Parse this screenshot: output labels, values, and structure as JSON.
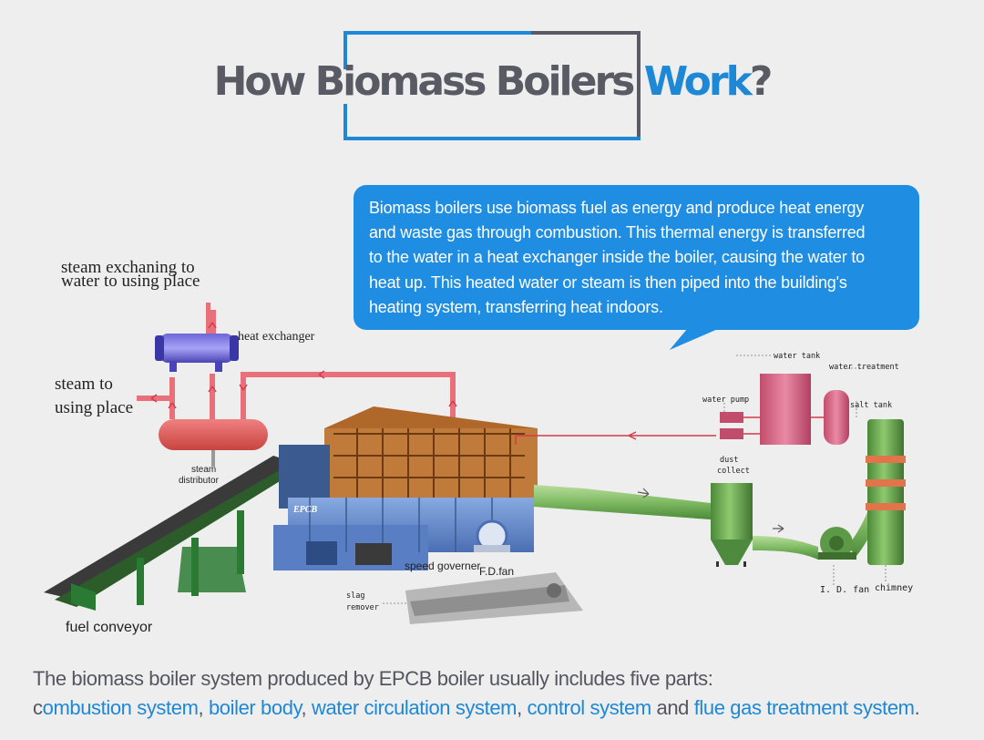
{
  "header": {
    "title_main": "How Biomass Boilers ",
    "title_accent": "Work",
    "title_end": "?"
  },
  "callout": {
    "lines": [
      "Biomass boilers use biomass fuel as energy and produce heat energy",
      "and waste gas through combustion. This thermal energy is transferred",
      "to the water in a heat exchanger inside the boiler, causing the water to",
      "heat up. This heated water or steam is then piped into the building's",
      "heating system, transferring heat indoors."
    ]
  },
  "diagram": {
    "labels": {
      "steam_exchanging_1": "steam exchaning to",
      "steam_exchanging_2": "water to using place",
      "heat_exchanger": "heat exchanger",
      "steam_to_1": "steam to",
      "steam_to_2": "using place",
      "steam_distributor_1": "steam",
      "steam_distributor_2": "distributor",
      "brand": "EPCB",
      "speed_governer": "speed governer",
      "fd_fan": "F.D.fan",
      "slag_remover_1": "slag",
      "slag_remover_2": "remover",
      "fuel_conveyor": "fuel conveyor",
      "water_tank": "water tank",
      "water_treatment": "water treatment",
      "water_pump": "water pump",
      "salt_tank": "salt tank",
      "dust_collect_1": "dust",
      "dust_collect_2": "collect",
      "id_fan": "I. D. fan",
      "chimney": "chimney"
    },
    "colors": {
      "steam_pipe": "#e8707a",
      "flue_duct": "#7fba63",
      "boiler_top": "#b0682a",
      "boiler_body": "#6a8fd0",
      "accent": "#1e88d6"
    }
  },
  "footer": {
    "line1": "The biomass boiler system produced by EPCB boiler usually includes five parts:",
    "c_first": "c",
    "part1": "ombustion system",
    "sep1": ", ",
    "part2": "boiler body",
    "sep2": ", ",
    "part3": "water circulation system",
    "sep3": ", ",
    "part4": "control system",
    "sep4": " and ",
    "part5": "flue gas treatment system",
    "end": "."
  }
}
